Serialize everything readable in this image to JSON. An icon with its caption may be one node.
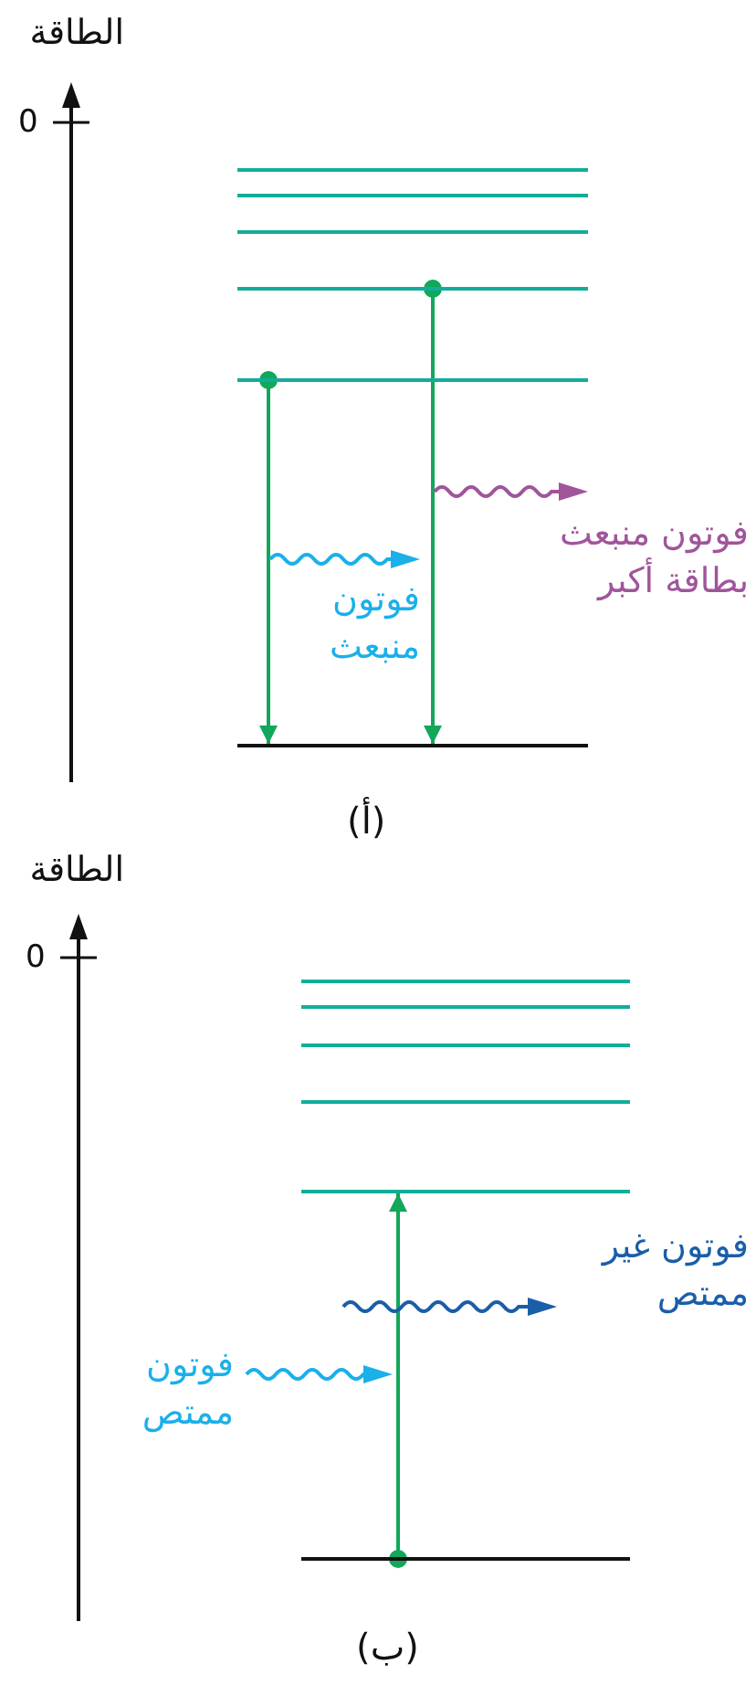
{
  "diagram": {
    "nodes": [
      {
        "text": [],
        "shape": "bar"
      },
      {
        "text": [],
        "shape": "bar"
      },
      {
        "text": [],
        "shape": "bar"
      },
      {
        "text": [],
        "shape": "bar"
      },
      {
        "text": [],
        "shape": "bar"
      },
      {
        "text": [],
        "shape": "bar"
      },
      {
        "text": [],
        "shape": "bar"
      },
      {
        "text": [],
        "shape": "bar"
      },
      {
        "text": [],
        "shape": "bar"
      },
      {
        "text": [],
        "shape": "bar"
      },
      {
        "text": [],
        "shape": "bar"
      },
      {
        "text": [],
        "shape": "bar"
      }
    ],
    "edges": [
      {
        "from": 4,
        "to": 5,
        "arrow": "to"
      },
      {
        "from": 3,
        "to": 5,
        "arrow": "to"
      },
      {
        "from": 11,
        "to": 10,
        "arrow": "to"
      }
    ],
    "labels": [
      "الطاقة",
      "0",
      "فوتون منبعث بطاقة أكبر",
      "فوتون منبعث",
      "(أ)",
      "الطاقة",
      "0",
      "فوتون غير ممتص",
      "فوتون ممتص",
      "(ب)"
    ]
  }
}
